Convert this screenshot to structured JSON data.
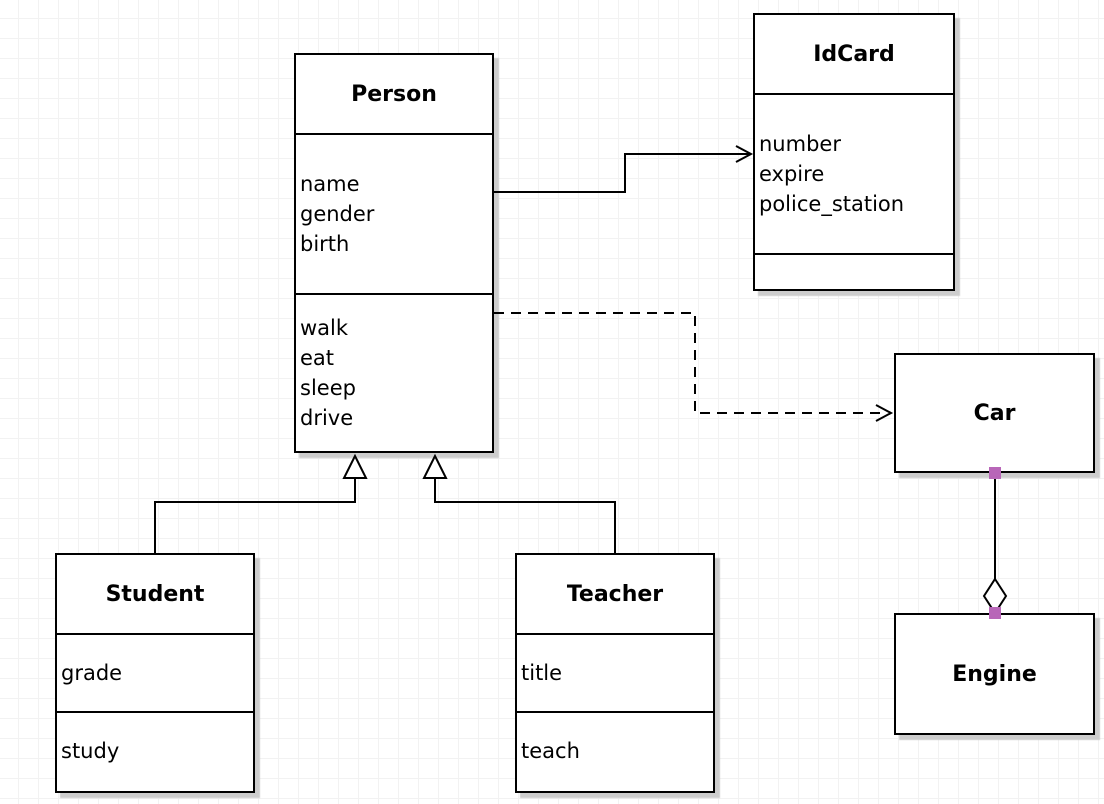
{
  "canvas": {
    "background": "#ffffff",
    "grid_line_color": "#f2f2f2",
    "box_border_color": "#000000",
    "shadow_color": "#cdcdcd",
    "connector_color": "#000000",
    "handle_color": "#b866b8"
  },
  "classes": {
    "person": {
      "title": "Person",
      "attributes": [
        "name",
        "gender",
        "birth"
      ],
      "methods": [
        "walk",
        "eat",
        "sleep",
        "drive"
      ]
    },
    "idcard": {
      "title": "IdCard",
      "attributes": [
        "number",
        "expire",
        "police_station"
      ],
      "methods": []
    },
    "student": {
      "title": "Student",
      "attributes": [
        "grade"
      ],
      "methods": [
        "study"
      ]
    },
    "teacher": {
      "title": "Teacher",
      "attributes": [
        "title"
      ],
      "methods": [
        "teach"
      ]
    },
    "car": {
      "title": "Car"
    },
    "engine": {
      "title": "Engine"
    }
  },
  "relationships": [
    {
      "type": "association",
      "from": "Person",
      "to": "IdCard",
      "line": "solid",
      "arrow": "open-arrowhead"
    },
    {
      "type": "dependency",
      "from": "Person",
      "to": "Car",
      "line": "dashed",
      "arrow": "open-arrowhead"
    },
    {
      "type": "generalization",
      "from": "Student",
      "to": "Person",
      "line": "solid",
      "arrow": "hollow-triangle"
    },
    {
      "type": "generalization",
      "from": "Teacher",
      "to": "Person",
      "line": "solid",
      "arrow": "hollow-triangle"
    },
    {
      "type": "aggregation",
      "from": "Car",
      "to": "Engine",
      "line": "solid",
      "arrow": "hollow-diamond"
    }
  ]
}
